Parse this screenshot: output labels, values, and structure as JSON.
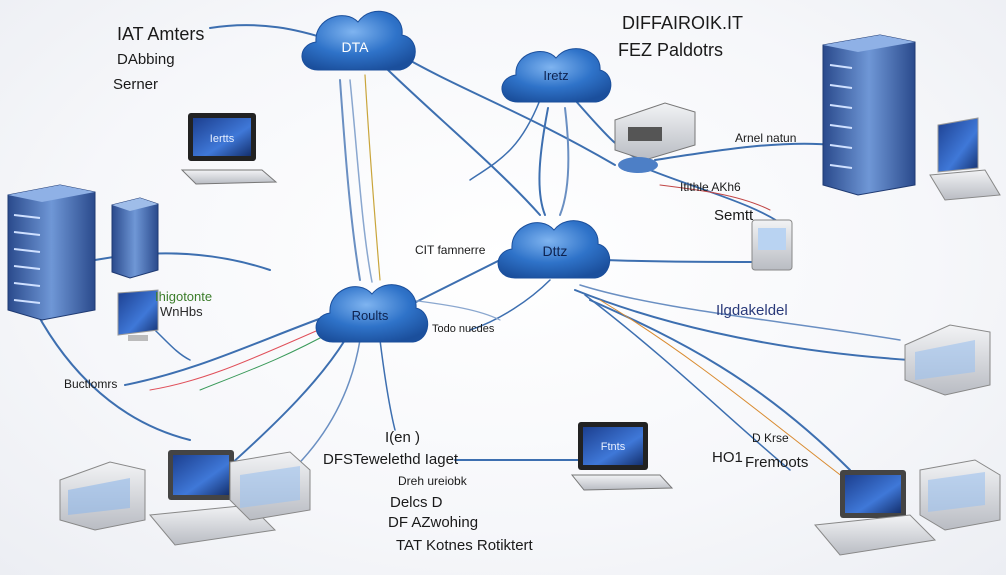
{
  "labels": {
    "top_left_1": "IAT Amters",
    "top_left_2": "DAbbing",
    "top_left_3": "Serner",
    "top_right_1": "DIFFAIROIK.IT",
    "top_right_2": "FEZ  Paldotrs",
    "right_1": "Arnel natun",
    "right_2": "Itithle AKh6",
    "right_3": "Semtt",
    "mid_1": "CIT famnerre",
    "left_green_1": "Ihigotonte",
    "left_green_2": "WnHbs",
    "left_1": "Buctlomrs",
    "right_blue": "Ilgdakeldel",
    "center_small": "Todo nucdes",
    "bottom_1": "I(en )",
    "bottom_2": "DFSTewelethd Iaget",
    "bottom_3": "Dreh ureiobk",
    "bottom_4": "Delcs  D",
    "bottom_5": "DF AZwohing",
    "bottom_6": "TAT Kotnes Rotiktert",
    "bottom_right_1": "D Krse",
    "bottom_right_2": "HO1",
    "bottom_right_3": "Fremoots"
  },
  "clouds": {
    "top_center": "DTA",
    "top_right": "Iretz",
    "middle_right": "Dttz",
    "middle_left": "Roults"
  },
  "screens": {
    "laptop_top": "Iertts",
    "laptop_bottom": "Ftnts"
  },
  "colors": {
    "cloud": "#2f73c9",
    "cable": "#3d6fb0",
    "server": "#3a5fa8"
  }
}
